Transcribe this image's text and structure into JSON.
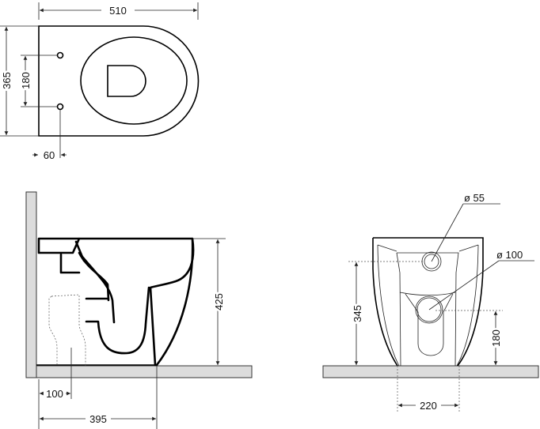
{
  "top_view": {
    "width_label": "510",
    "depth_label": "365",
    "hole_spacing_label": "180",
    "hole_offset_label": "60"
  },
  "side_view": {
    "height_label": "425",
    "outlet_offset_label": "100",
    "depth_label": "395"
  },
  "front_view": {
    "inlet_label": "ø 55",
    "outlet_label": "ø 100",
    "inlet_height_label": "345",
    "outlet_height_label": "180",
    "foot_width_label": "220"
  }
}
